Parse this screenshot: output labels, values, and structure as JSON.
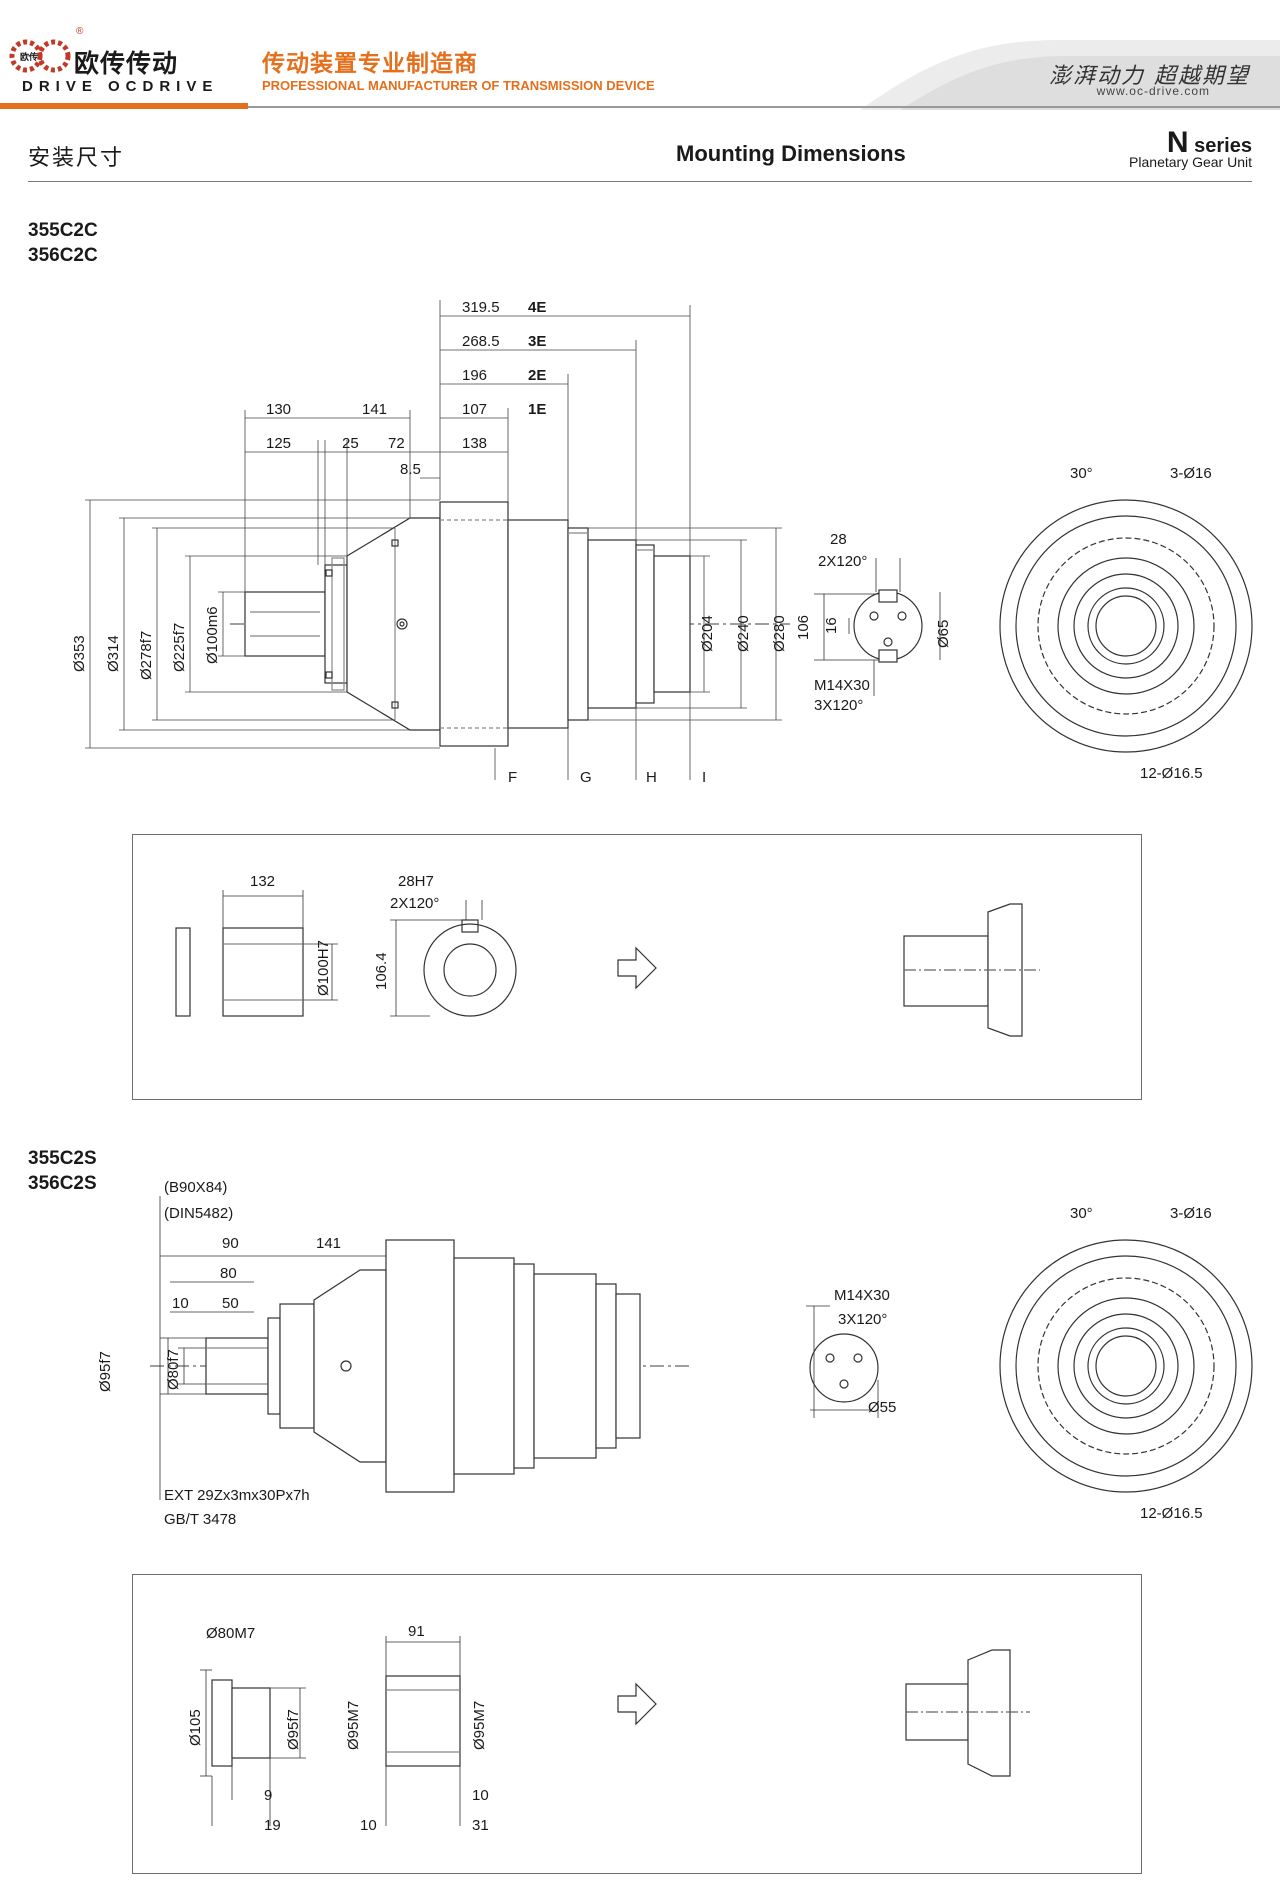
{
  "header": {
    "brand_cn": "欧传传动",
    "brand_en": "DRIVE OCDRIVE",
    "registered": "®",
    "tagline_cn": "传动装置专业制造商",
    "tagline_en": "PROFESSIONAL MANUFACTURER OF TRANSMISSION DEVICE",
    "slogan": "澎湃动力 超越期望",
    "website": "www.oc-drive.com",
    "logo_badge": "欧传"
  },
  "title": {
    "cn": "安装尺寸",
    "en": "Mounting Dimensions",
    "series_letter": "N",
    "series_word": "series",
    "series_sub": "Planetary Gear Unit"
  },
  "section1": {
    "models": [
      "355C2C",
      "356C2C"
    ],
    "dims": {
      "d4e": "319.5",
      "l4e": "4E",
      "d3e": "268.5",
      "l3e": "3E",
      "d2e": "196",
      "l2e": "2E",
      "d1e": "107",
      "l1e": "1E",
      "d130": "130",
      "d141": "141",
      "d125": "125",
      "d25": "25",
      "d72": "72",
      "d138": "138",
      "d85": "8.5",
      "o353": "Ø353",
      "o314": "Ø314",
      "o278": "Ø278f7",
      "o225": "Ø225f7",
      "o100": "Ø100m6",
      "o204": "Ø204",
      "o240": "Ø240",
      "o280": "Ø280",
      "F": "F",
      "G": "G",
      "H": "H",
      "I": "I",
      "k28": "28",
      "k2x120": "2X120°",
      "k106": "106",
      "k16": "16",
      "k65": "Ø65",
      "km14": "M14X30",
      "km3x120": "3X120°",
      "ang30": "30°",
      "holes3": "3-Ø16",
      "holes12": "12-Ø16.5"
    },
    "box": {
      "d132": "132",
      "d28h7": "28H7",
      "d2x120": "2X120°",
      "d100h7": "Ø100H7",
      "d1064": "106.4"
    }
  },
  "section2": {
    "models": [
      "355C2S",
      "356C2S"
    ],
    "dims": {
      "b90": "(B90X84)",
      "din": "(DIN5482)",
      "d90": "90",
      "d141": "141",
      "d80": "80",
      "d10": "10",
      "d50": "50",
      "o95": "Ø95f7",
      "o80": "Ø80f7",
      "ext": "EXT 29Zx3mx30Px7h",
      "gb": "GB/T 3478",
      "m14": "M14X30",
      "m3x120": "3X120°",
      "o55": "Ø55",
      "ang30": "30°",
      "holes3": "3-Ø16",
      "holes12": "12-Ø16.5"
    },
    "box": {
      "o80m7": "Ø80M7",
      "o105": "Ø105",
      "o95f7": "Ø95f7",
      "d9": "9",
      "d19": "19",
      "d91": "91",
      "o95m7a": "Ø95M7",
      "o95m7b": "Ø95M7",
      "d10a": "10",
      "d10b": "10",
      "d31": "31"
    }
  }
}
